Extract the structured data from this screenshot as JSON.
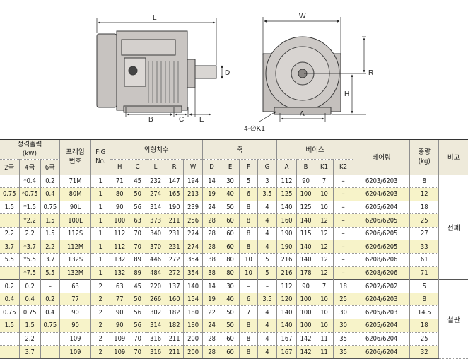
{
  "drawing": {
    "side_labels": {
      "L": "L",
      "D": "D",
      "B": "B",
      "C": "C",
      "E": "E"
    },
    "front_labels": {
      "W": "W",
      "R": "R",
      "H": "H",
      "A": "A",
      "hole": "4-∅K1"
    }
  },
  "table": {
    "headers": {
      "rated_output": "정격출력",
      "rated_output_unit": "(kW)",
      "poles": [
        "2극",
        "4극",
        "6극"
      ],
      "frame_no_1": "프레임",
      "frame_no_2": "번호",
      "fig_1": "FIG",
      "fig_2": "No.",
      "outer_dims": "외형치수",
      "outer_cols": [
        "H",
        "C",
        "L",
        "R",
        "W"
      ],
      "shaft": "축",
      "shaft_cols": [
        "D",
        "E",
        "F",
        "G"
      ],
      "base": "베이스",
      "base_cols": [
        "A",
        "B",
        "K1",
        "K2"
      ],
      "bearing": "베어링",
      "weight_1": "중량",
      "weight_2": "(kg)",
      "remarks": "비고"
    },
    "groups": [
      {
        "note": "전폐",
        "rows": [
          [
            "",
            "*0.4",
            "0.2",
            "71M",
            "1",
            "71",
            "45",
            "232",
            "147",
            "194",
            "14",
            "30",
            "5",
            "3",
            "112",
            "90",
            "7",
            "–",
            "6203/6203",
            "8"
          ],
          [
            "0.75",
            "*0.75",
            "0.4",
            "80M",
            "1",
            "80",
            "50",
            "274",
            "165",
            "213",
            "19",
            "40",
            "6",
            "3.5",
            "125",
            "100",
            "10",
            "–",
            "6204/6203",
            "12"
          ],
          [
            "1.5",
            "*1.5",
            "0.75",
            "90L",
            "1",
            "90",
            "56",
            "314",
            "190",
            "239",
            "24",
            "50",
            "8",
            "4",
            "140",
            "125",
            "10",
            "–",
            "6205/6204",
            "18"
          ],
          [
            "",
            "*2.2",
            "1.5",
            "100L",
            "1",
            "100",
            "63",
            "373",
            "211",
            "256",
            "28",
            "60",
            "8",
            "4",
            "160",
            "140",
            "12",
            "–",
            "6206/6205",
            "25"
          ],
          [
            "2.2",
            "2.2",
            "1.5",
            "112S",
            "1",
            "112",
            "70",
            "340",
            "231",
            "274",
            "28",
            "60",
            "8",
            "4",
            "190",
            "115",
            "12",
            "–",
            "6206/6205",
            "27"
          ],
          [
            "3.7",
            "*3.7",
            "2.2",
            "112M",
            "1",
            "112",
            "70",
            "370",
            "231",
            "274",
            "28",
            "60",
            "8",
            "4",
            "190",
            "140",
            "12",
            "–",
            "6206/6205",
            "33"
          ],
          [
            "5.5",
            "*5.5",
            "3.7",
            "132S",
            "1",
            "132",
            "89",
            "446",
            "272",
            "354",
            "38",
            "80",
            "10",
            "5",
            "216",
            "140",
            "12",
            "–",
            "6208/6206",
            "61"
          ],
          [
            "",
            "*7.5",
            "5.5",
            "132M",
            "1",
            "132",
            "89",
            "484",
            "272",
            "354",
            "38",
            "80",
            "10",
            "5",
            "216",
            "178",
            "12",
            "–",
            "6208/6206",
            "71"
          ]
        ]
      },
      {
        "note": "철판",
        "rows": [
          [
            "0.2",
            "0.2",
            "–",
            "63",
            "2",
            "63",
            "45",
            "220",
            "137",
            "140",
            "14",
            "30",
            "–",
            "–",
            "112",
            "90",
            "7",
            "18",
            "6202/6202",
            "5"
          ],
          [
            "0.4",
            "0.4",
            "0.2",
            "77",
            "2",
            "77",
            "50",
            "266",
            "160",
            "154",
            "19",
            "40",
            "6",
            "3.5",
            "120",
            "100",
            "10",
            "25",
            "6204/6203",
            "8"
          ],
          [
            "0.75",
            "0.75",
            "0.4",
            "90",
            "2",
            "90",
            "56",
            "302",
            "182",
            "180",
            "22",
            "50",
            "7",
            "4",
            "140",
            "100",
            "10",
            "30",
            "6205/6203",
            "14.5"
          ],
          [
            "1.5",
            "1.5",
            "0.75",
            "90",
            "2",
            "90",
            "56",
            "314",
            "182",
            "180",
            "24",
            "50",
            "8",
            "4",
            "140",
            "100",
            "10",
            "30",
            "6205/6204",
            "18"
          ],
          [
            "",
            "2.2",
            "",
            "109",
            "2",
            "109",
            "70",
            "316",
            "211",
            "200",
            "28",
            "60",
            "8",
            "4",
            "167",
            "142",
            "11",
            "35",
            "6206/6204",
            "25"
          ],
          [
            "",
            "3.7",
            "",
            "109",
            "2",
            "109",
            "70",
            "316",
            "211",
            "200",
            "28",
            "60",
            "8",
            "4",
            "167",
            "142",
            "11",
            "35",
            "6206/6204",
            "32"
          ]
        ]
      }
    ]
  }
}
